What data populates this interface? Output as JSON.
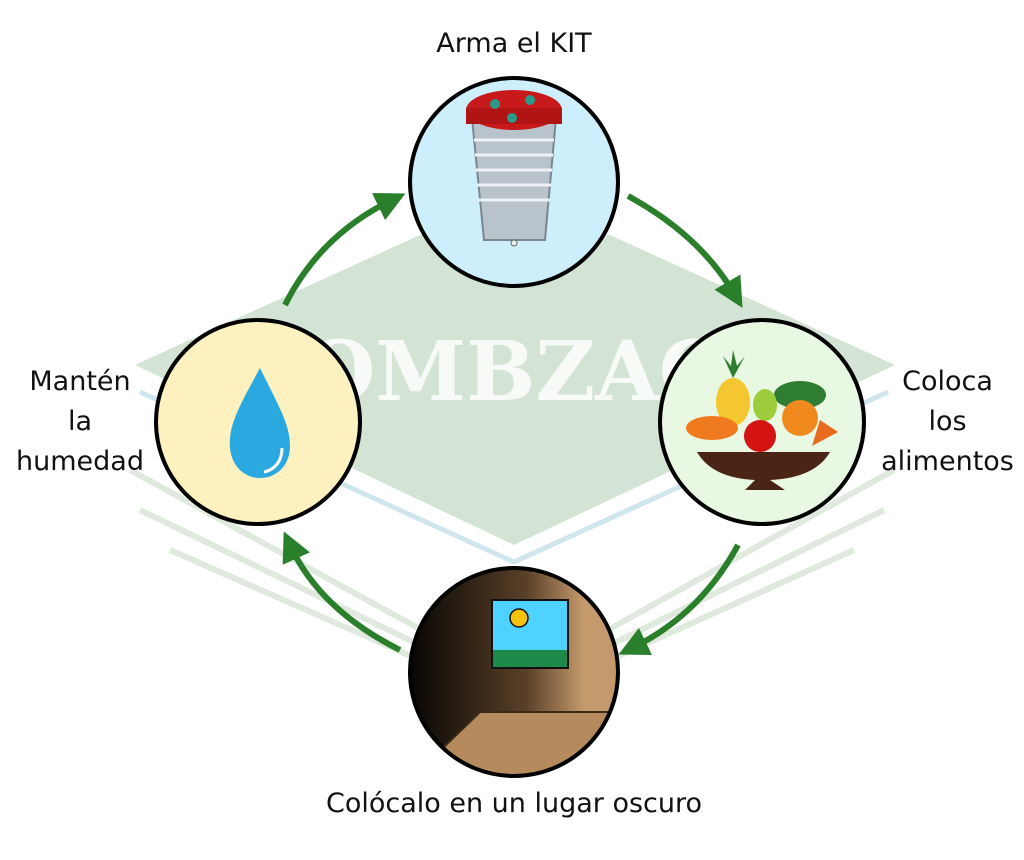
{
  "watermark": "OMBZAC",
  "steps": [
    {
      "label": "Arma el KIT",
      "icon": "bucket-kit-icon"
    },
    {
      "lines": [
        "Coloca",
        "los",
        "alimentos"
      ],
      "icon": "fruit-bowl-icon"
    },
    {
      "label": "Colócalo en un lugar oscuro",
      "icon": "dark-room-icon"
    },
    {
      "lines": [
        "Mantén",
        "la",
        "humedad"
      ],
      "icon": "water-drop-icon"
    }
  ],
  "colors": {
    "arrow": "#2a7f2a",
    "background_shape": "#d3e4d5",
    "kit_bg": "#cdeefb",
    "fruit_bg": "#e9f8e2",
    "room_bg": "#c49a6c",
    "water_bg": "#fdf1c0"
  }
}
